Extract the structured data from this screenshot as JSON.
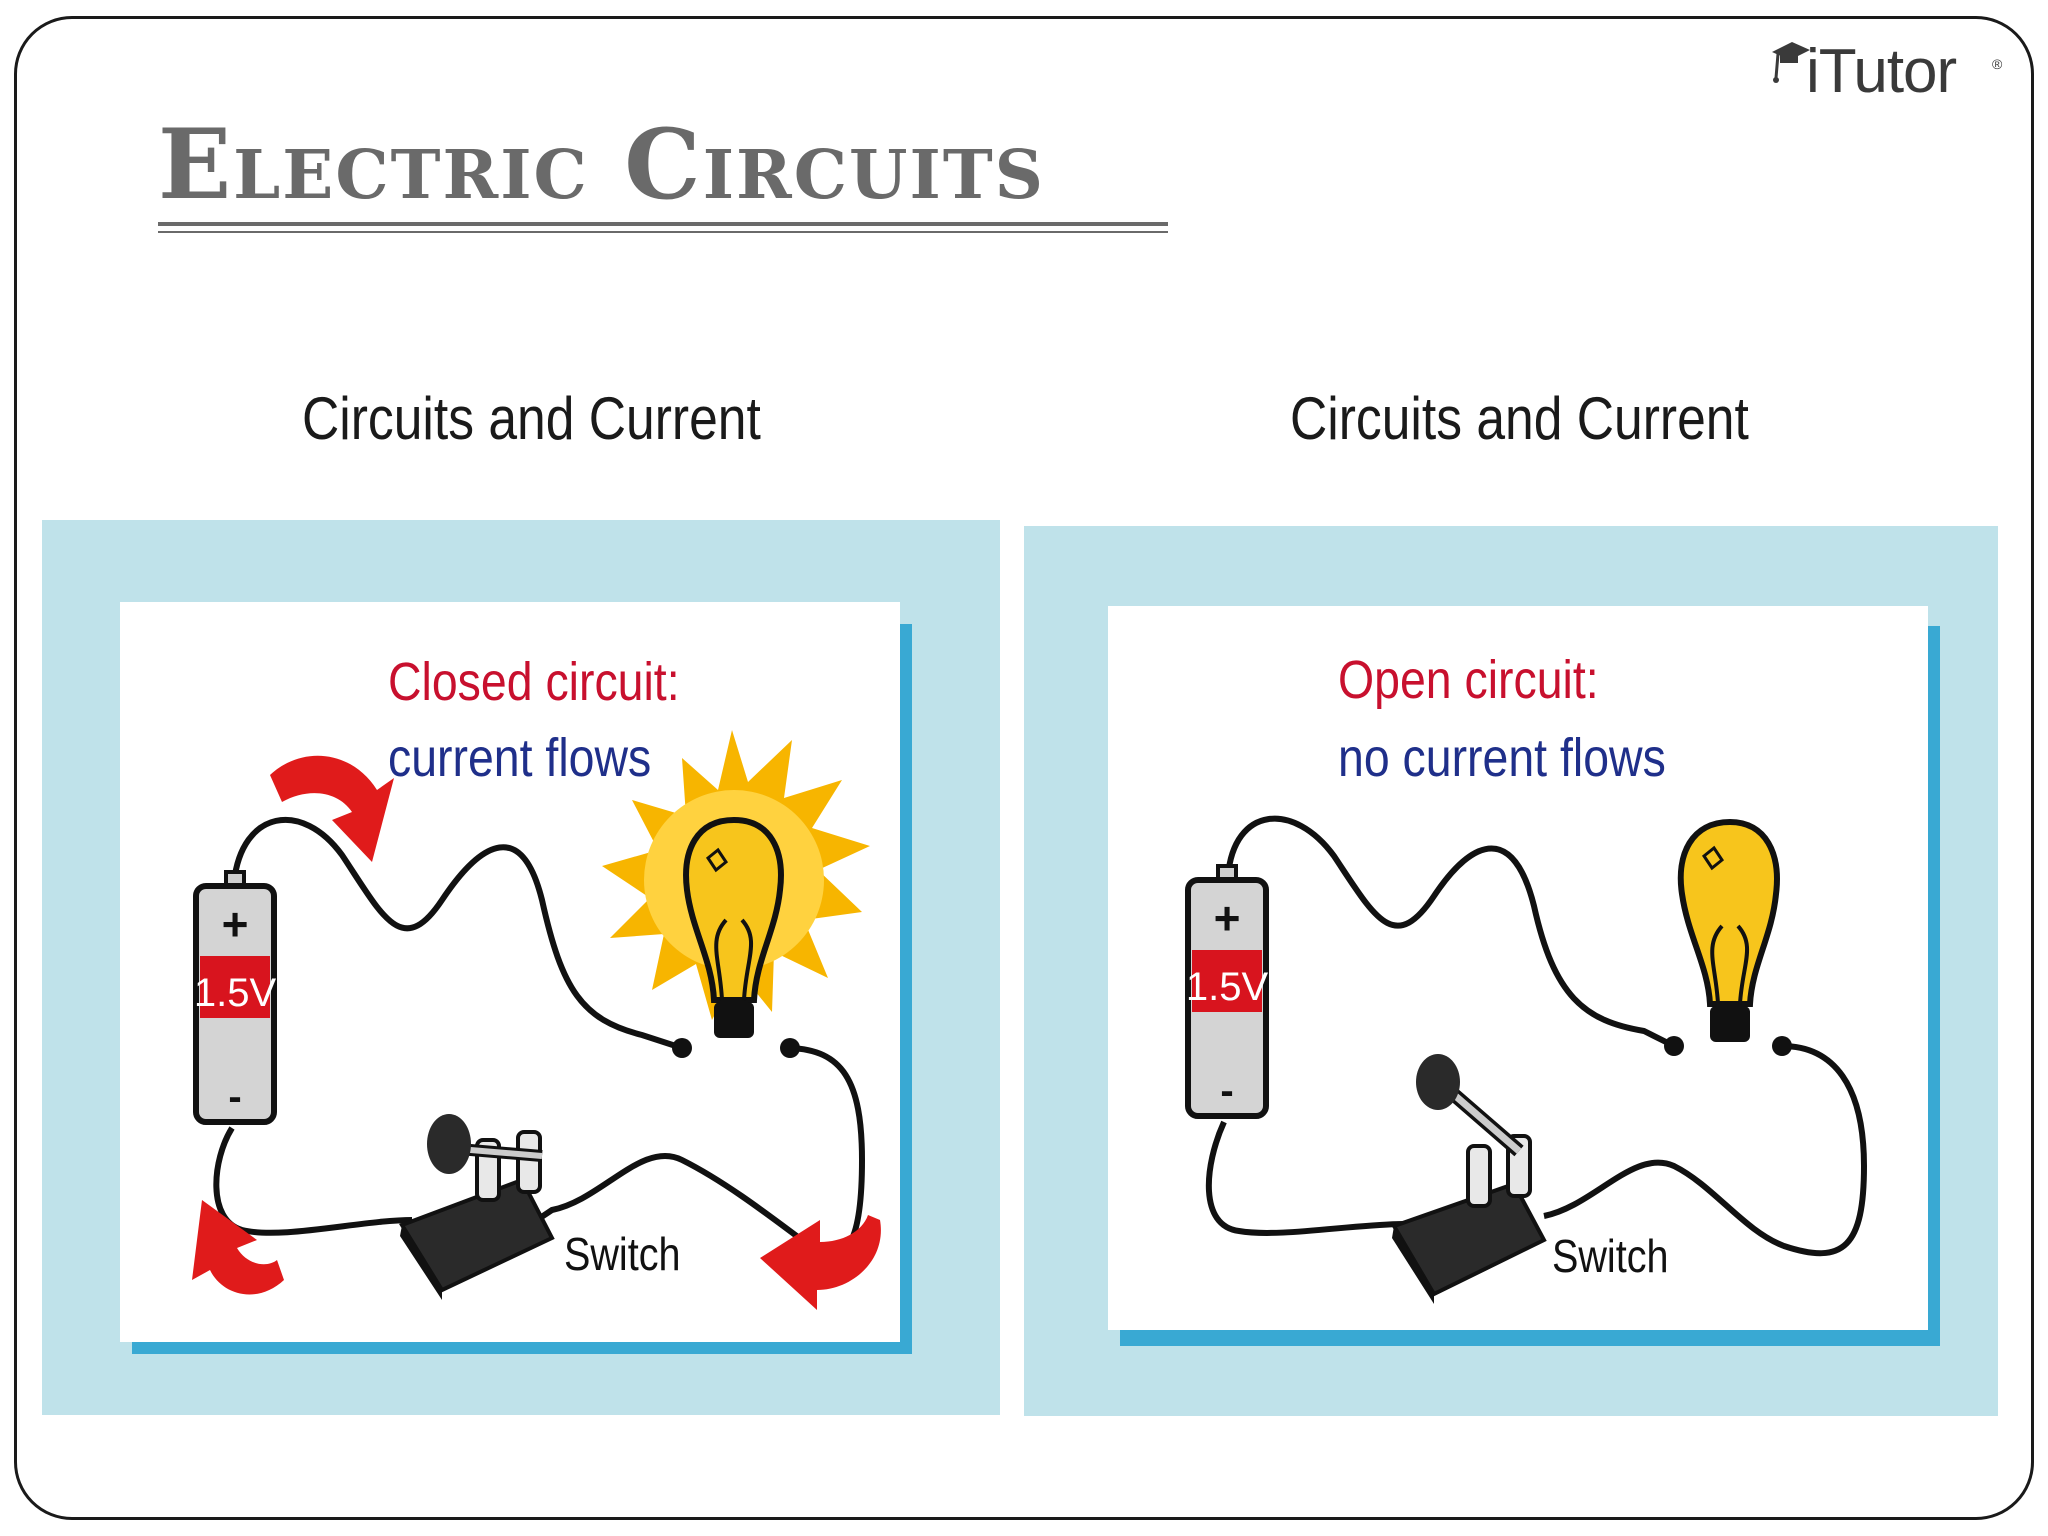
{
  "slide": {
    "title": "Electric Circuits",
    "logo_text": "iTutor",
    "logo_mark": "®",
    "logo_icon": "graduation-cap-icon"
  },
  "panels": [
    {
      "heading": "Circuits and Current",
      "state_label": "Closed circuit:",
      "state_desc": "current flows",
      "battery_label": "1.5V",
      "battery_plus": "+",
      "battery_minus": "-",
      "switch_label": "Switch",
      "bulb_lit": true,
      "switch_closed": true
    },
    {
      "heading": "Circuits and Current",
      "state_label": "Open circuit:",
      "state_desc": "no current flows",
      "battery_label": "1.5V",
      "battery_plus": "+",
      "battery_minus": "-",
      "switch_label": "Switch",
      "bulb_lit": false,
      "switch_closed": false
    }
  ],
  "colors": {
    "panel_bg": "#bfe2ea",
    "card_shadow": "#39a9d3",
    "state_red": "#c8102e",
    "state_blue": "#1f2f8a",
    "battery_red": "#d8141e",
    "bulb_yellow": "#f7c51c",
    "arrow_red": "#e01b1b"
  }
}
